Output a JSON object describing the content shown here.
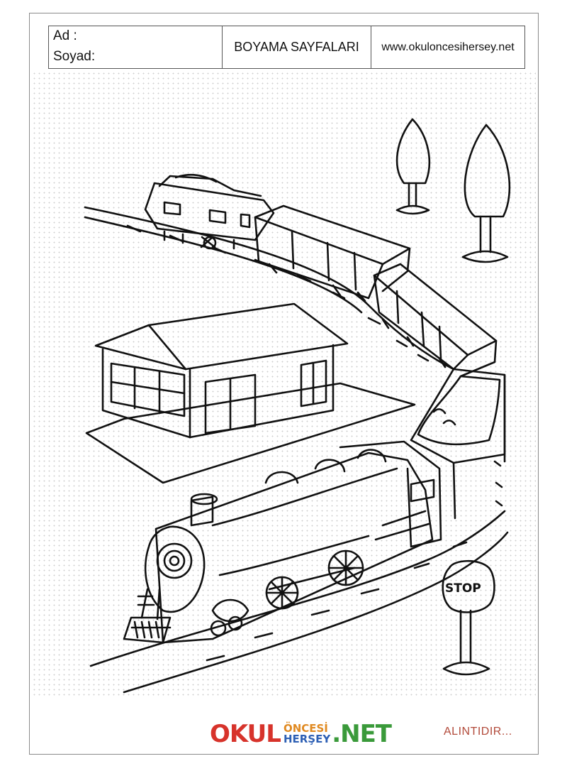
{
  "header": {
    "name_label": "Ad      :",
    "surname_label": "Soyad:",
    "title": "BOYAMA SAYFALARI",
    "website": "www.okuloncesihersey.net"
  },
  "illustration": {
    "sign_text": "STOP"
  },
  "footer": {
    "logo_okul": "OKUL",
    "logo_oncesi": "ÖNCESİ",
    "logo_hersey": "HERŞEY",
    "logo_net": ".NET",
    "note": "ALINTIDIR...",
    "colors": {
      "red": "#d7332b",
      "blue": "#2d5fb4",
      "green": "#3a9a3a",
      "orange": "#e08a22",
      "purple": "#8b3fa0",
      "note": "#b24a3a"
    }
  }
}
